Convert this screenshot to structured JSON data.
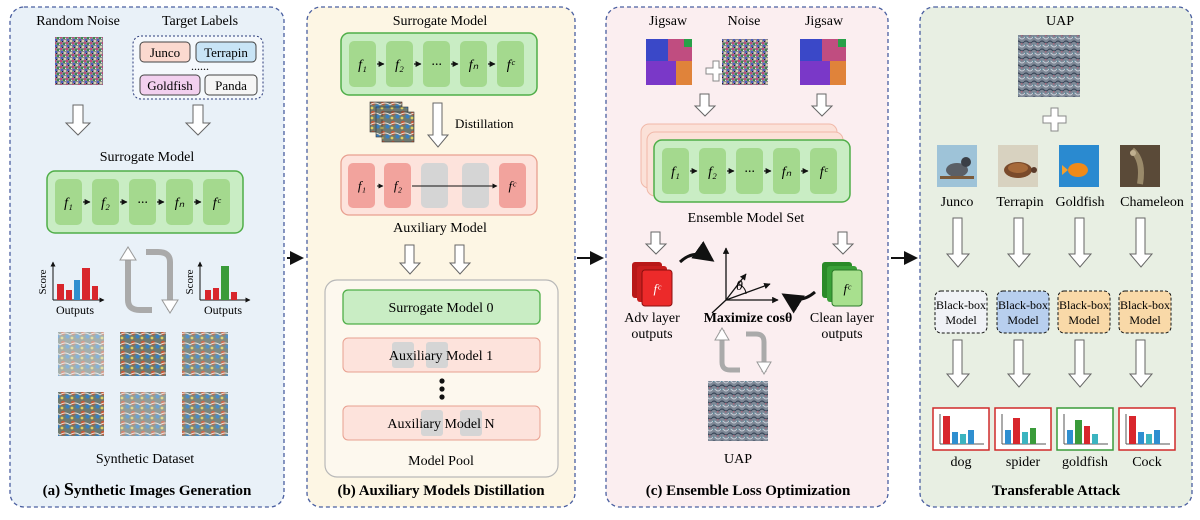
{
  "panel_a": {
    "random_noise_label": "Random Noise",
    "target_labels_title": "Target Labels",
    "labels": [
      "Junco",
      "Terrapin",
      "Goldfish",
      "Panda"
    ],
    "dots": "......",
    "surrogate_title": "Surrogate Model",
    "layers": [
      "f₁",
      "f₂",
      "···",
      "fₙ",
      "fᶜ"
    ],
    "score_label": "Score",
    "outputs_label": "Outputs",
    "dataset_label": "Synthetic Dataset",
    "caption_prefix": "(a) ",
    "caption_big": "S",
    "caption_rest": "ynthetic Images Generation"
  },
  "panel_b": {
    "surrogate_title": "Surrogate Model",
    "layers": [
      "f₁",
      "f₂",
      "···",
      "fₙ",
      "fᶜ"
    ],
    "distillation_label": "Distillation",
    "aux_layers": [
      "f₁",
      "f₂",
      "fᶜ"
    ],
    "auxiliary_title": "Auxiliary Model",
    "pool_items": [
      "Surrogate Model 0",
      "Auxiliary Model 1",
      "Auxiliary Model N"
    ],
    "pool_title": "Model Pool",
    "caption": "(b) Auxiliary Models Distillation"
  },
  "panel_c": {
    "jigsaw_label": "Jigsaw",
    "noise_label": "Noise",
    "jigsaw2_label": "Jigsaw",
    "layers": [
      "f₁",
      "f₂",
      "···",
      "fₙ",
      "fᶜ"
    ],
    "ensemble_title": "Ensemble Model Set",
    "fc_label": "fᶜ",
    "adv_line1": "Adv layer",
    "adv_line2": "outputs",
    "clean_line1": "Clean layer",
    "clean_line2": "outputs",
    "theta": "θ",
    "maximize_label": "Maximize cosθ",
    "uap_label": "UAP",
    "caption": "(c) Ensemble Loss Optimization"
  },
  "panel_d": {
    "uap_label": "UAP",
    "classes": [
      "Junco",
      "Terrapin",
      "Goldfish",
      "Chameleon"
    ],
    "blackbox_line1": "Black-box",
    "blackbox_line2": "Model",
    "predictions": [
      "dog",
      "spider",
      "goldfish",
      "Cock"
    ],
    "caption": "Transferable Attack"
  },
  "colors": {
    "panel_a_bg": "#e9f1f8",
    "panel_b_bg": "#fdf6e4",
    "panel_c_bg": "#fbeef0",
    "panel_d_bg": "#e8efe3",
    "panel_border": "#4a5fa0",
    "green_box": "#c9edc4",
    "green_layer": "#a4d98e",
    "red_layer": "#f2a39d",
    "bar_red": "#d8262c",
    "bar_green": "#3a9b3a",
    "bar_blue": "#2f8fd0",
    "bar_teal": "#3bb4c0"
  }
}
